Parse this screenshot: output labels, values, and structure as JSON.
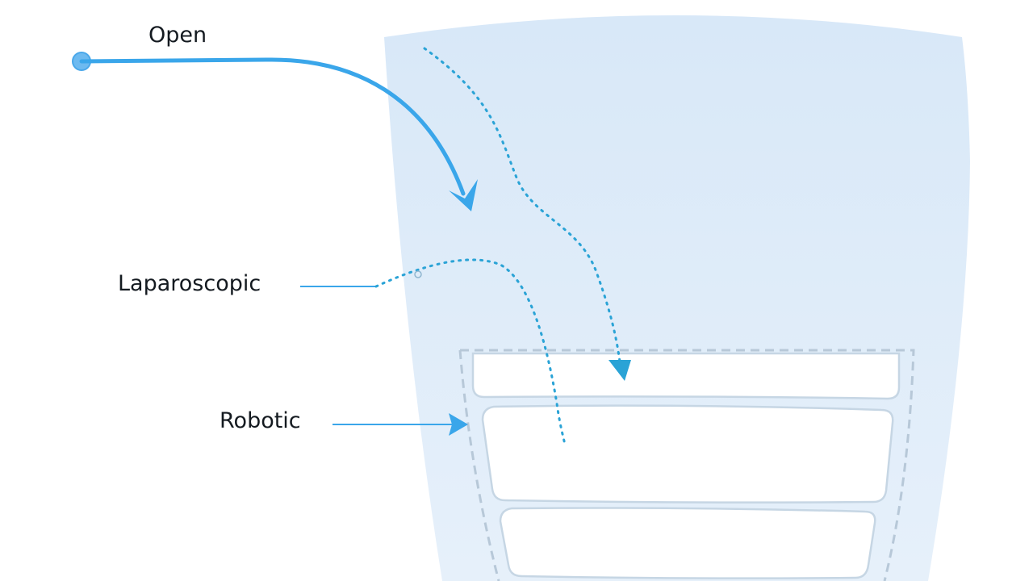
{
  "labels": {
    "open": "Open",
    "laparoscopic": "Laparoscopic",
    "robotic": "Robotic"
  },
  "colors": {
    "primary_blue": "#3aa6ea",
    "dotted_teal": "#2aa3d6",
    "body_fill": "#dcebf9",
    "dashed_outline": "#b7c8d8",
    "background": "#ffffff"
  }
}
